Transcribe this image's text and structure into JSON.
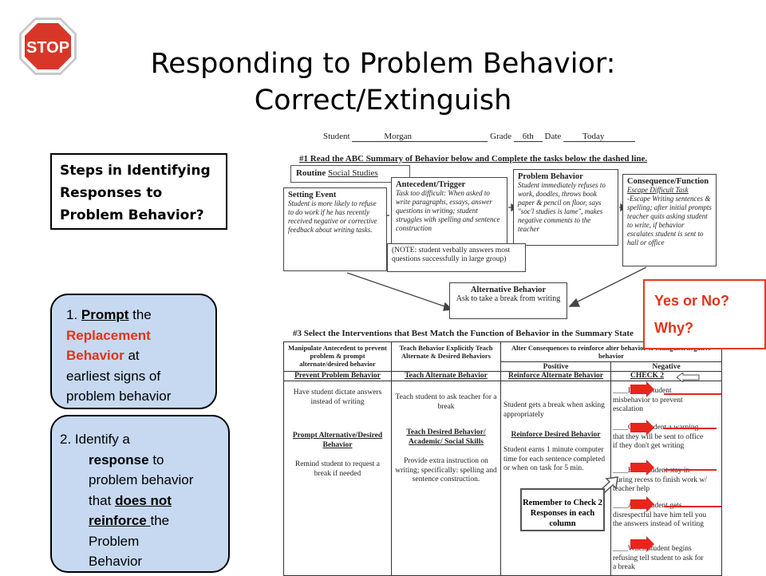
{
  "slide": {
    "title_line1": "Responding to Problem Behavior:",
    "title_line2": "Correct/Extinguish",
    "stop_sign": "STOP"
  },
  "steps_box": {
    "line1": "Steps in Identifying",
    "line2": "Responses to",
    "line3": "Problem Behavior?"
  },
  "step1": {
    "prefix": "1. ",
    "prompt": "Prompt",
    "the": " the",
    "replacement": "Replacement",
    "behavior": "Behavior",
    "at": " at",
    "line3": "earliest signs of",
    "line4": "problem behavior"
  },
  "step2": {
    "line1": "2. Identify a",
    "response": "response",
    "to": " to",
    "line3": "problem behavior",
    "that": "that ",
    "does_not": "does not",
    "reinforce": "reinforce ",
    "the": "the",
    "line6": "Problem",
    "line7": "Behavior"
  },
  "callout": {
    "line1": "Yes or No?",
    "line2": "Why?"
  },
  "form": {
    "student_label": "Student",
    "student": "Morgan",
    "grade_label": "Grade",
    "grade": "6th",
    "date_label": "Date",
    "date": "Today",
    "section1": "#1 Read the ABC Summary of Behavior below and Complete the tasks below the dashed line.",
    "routine_label": "Routine",
    "routine": "Social Studies",
    "setting_title": "Setting Event",
    "setting_text": "Student is more likely to refuse to do work if he has recently received negative or corrective feedback about writing tasks.",
    "antecedent_title": "Antecedent/Trigger",
    "antecedent_text": "Task too difficult: When asked to write paragraphs, essays, answer questions in writing; student struggles with spelling and sentence construction",
    "problem_title": "Problem Behavior",
    "problem_text": "Student immediately refuses to work, doodles, throws book paper & pencil on floor, says \"soc'l studies is lame\", makes negative comments to the teacher",
    "consequence_title": "Consequence/Function",
    "consequence_sub": "Escape Difficult Task",
    "consequence_text": "-Escape Writing sentences & spelling; after initial prompts teacher quits asking student to write, if behavior escalates student is sent to hall or office",
    "note_text": "(NOTE: student verbally answers most questions successfully in large group)",
    "alt_title": "Alternative Behavior",
    "alt_text": "Ask to take a break from writing",
    "section3": "#3 Select the Interventions that Best Match the Function of Behavior in the Summary State",
    "col1_header": "Manipulate Antecedent to prevent problem & prompt alternate/desired behavior",
    "col2_header": "Teach Behavior Explicitly Teach Alternate & Desired Behaviors",
    "col3_header": "Alter Consequences to reinforce alter behavior & extinguish negative behavior",
    "positive": "Positive",
    "negative": "Negative",
    "prevent_title": "Prevent Problem Behavior",
    "prevent_text": "Have student dictate answers instead of writing",
    "prompt_title": "Prompt Alternative/Desired Behavior",
    "prompt_text": "Remind student to request a break if needed",
    "teach_alt_title": "Teach Alternate Behavior",
    "teach_alt_text": "Teach student to ask teacher for a break",
    "teach_desired_title": "Teach Desired Behavior/ Academic/ Social Skills",
    "teach_desired_text": "Provide extra instruction on writing; specifically: spelling and sentence construction.",
    "reinforce_alt_title": "Reinforce Alternate Behavior",
    "reinforce_alt_text": "Student gets a break when asking appropriately",
    "reinforce_desired_title": "Reinforce Desired Behavior",
    "reinforce_desired_text": "Student earns 1 minute computer time for each sentence completed or when on task for 5 min.",
    "check2": "CHECK 2",
    "neg1": "Ignore student misbehavior to prevent escalation",
    "neg2": "Give student a warning that they will be sent to office if they don't get writing",
    "neg3": "Have student stay in during recess to finish work w/ teacher help",
    "neg4": "After student gets disrespectful have him tell you the answers instead of writing",
    "neg5": "When student begins refusing tell student to ask for a break",
    "remember": "Remember to Check 2 Responses in each column"
  }
}
